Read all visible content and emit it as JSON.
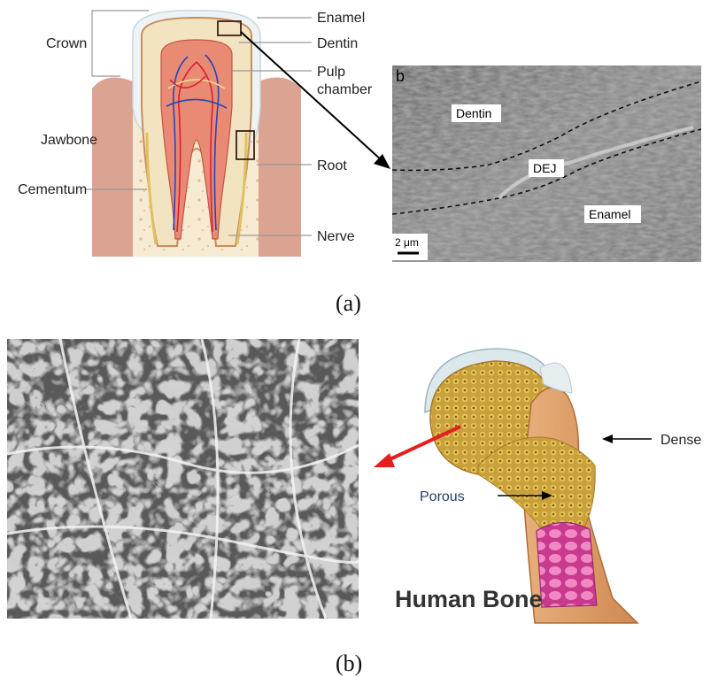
{
  "panel_a": {
    "tooth_labels": {
      "crown": "Crown",
      "jawbone": "Jawbone",
      "cementum": "Cementum",
      "enamel": "Enamel",
      "dentin": "Dentin",
      "pulp_line1": "Pulp",
      "pulp_line2": "chamber",
      "root": "Root",
      "nerve": "Nerve"
    },
    "sem": {
      "panel_letter": "b",
      "dentin": "Dentin",
      "dej": "DEJ",
      "enamel": "Enamel",
      "scale": "2 μm"
    },
    "caption": "(a)"
  },
  "panel_b": {
    "bone_labels": {
      "dense": "Dense",
      "porous": "Porous",
      "title": "Human Bone"
    },
    "caption": "(b)"
  },
  "colors": {
    "arrow_red": "#e51e1e",
    "enamel": "#eef3f6",
    "dentin": "#f2e6c4",
    "pulp": "#e87c6e",
    "gum": "#d9a493",
    "jawbone": "#f6e8cf"
  }
}
